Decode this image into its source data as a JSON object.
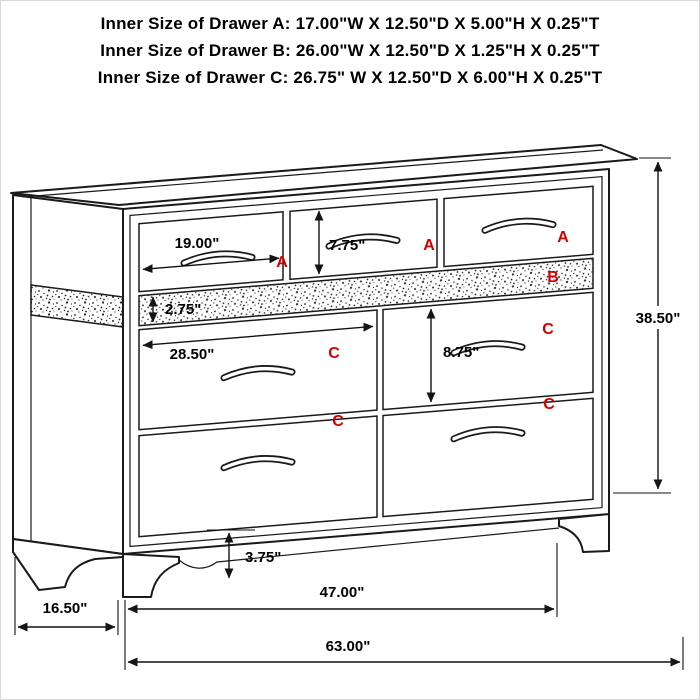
{
  "header": {
    "lines": [
      "Inner Size of Drawer A: 17.00\"W X 12.50\"D X 5.00\"H X 0.25\"T",
      "Inner Size of Drawer B: 26.00\"W X 12.50\"D X 1.25\"H X 0.25\"T",
      "Inner Size of Drawer C: 26.75\" W X 12.50\"D X 6.00\"H X 0.25\"T"
    ]
  },
  "colors": {
    "label_red": "#d40000",
    "line_color": "#1a1a1a"
  },
  "letters": {
    "a": "A",
    "b": "B",
    "c": "C"
  },
  "dims": {
    "drawer_a_width": "19.00\"",
    "drawer_a_height": "7.75\"",
    "drawer_b_height": "2.75\"",
    "drawer_c_width": "28.50\"",
    "drawer_c_height": "8.75\"",
    "overall_height": "38.50\"",
    "foot_height": "3.75\"",
    "side_depth": "16.50\"",
    "leg_span": "47.00\"",
    "overall_width": "63.00\""
  }
}
